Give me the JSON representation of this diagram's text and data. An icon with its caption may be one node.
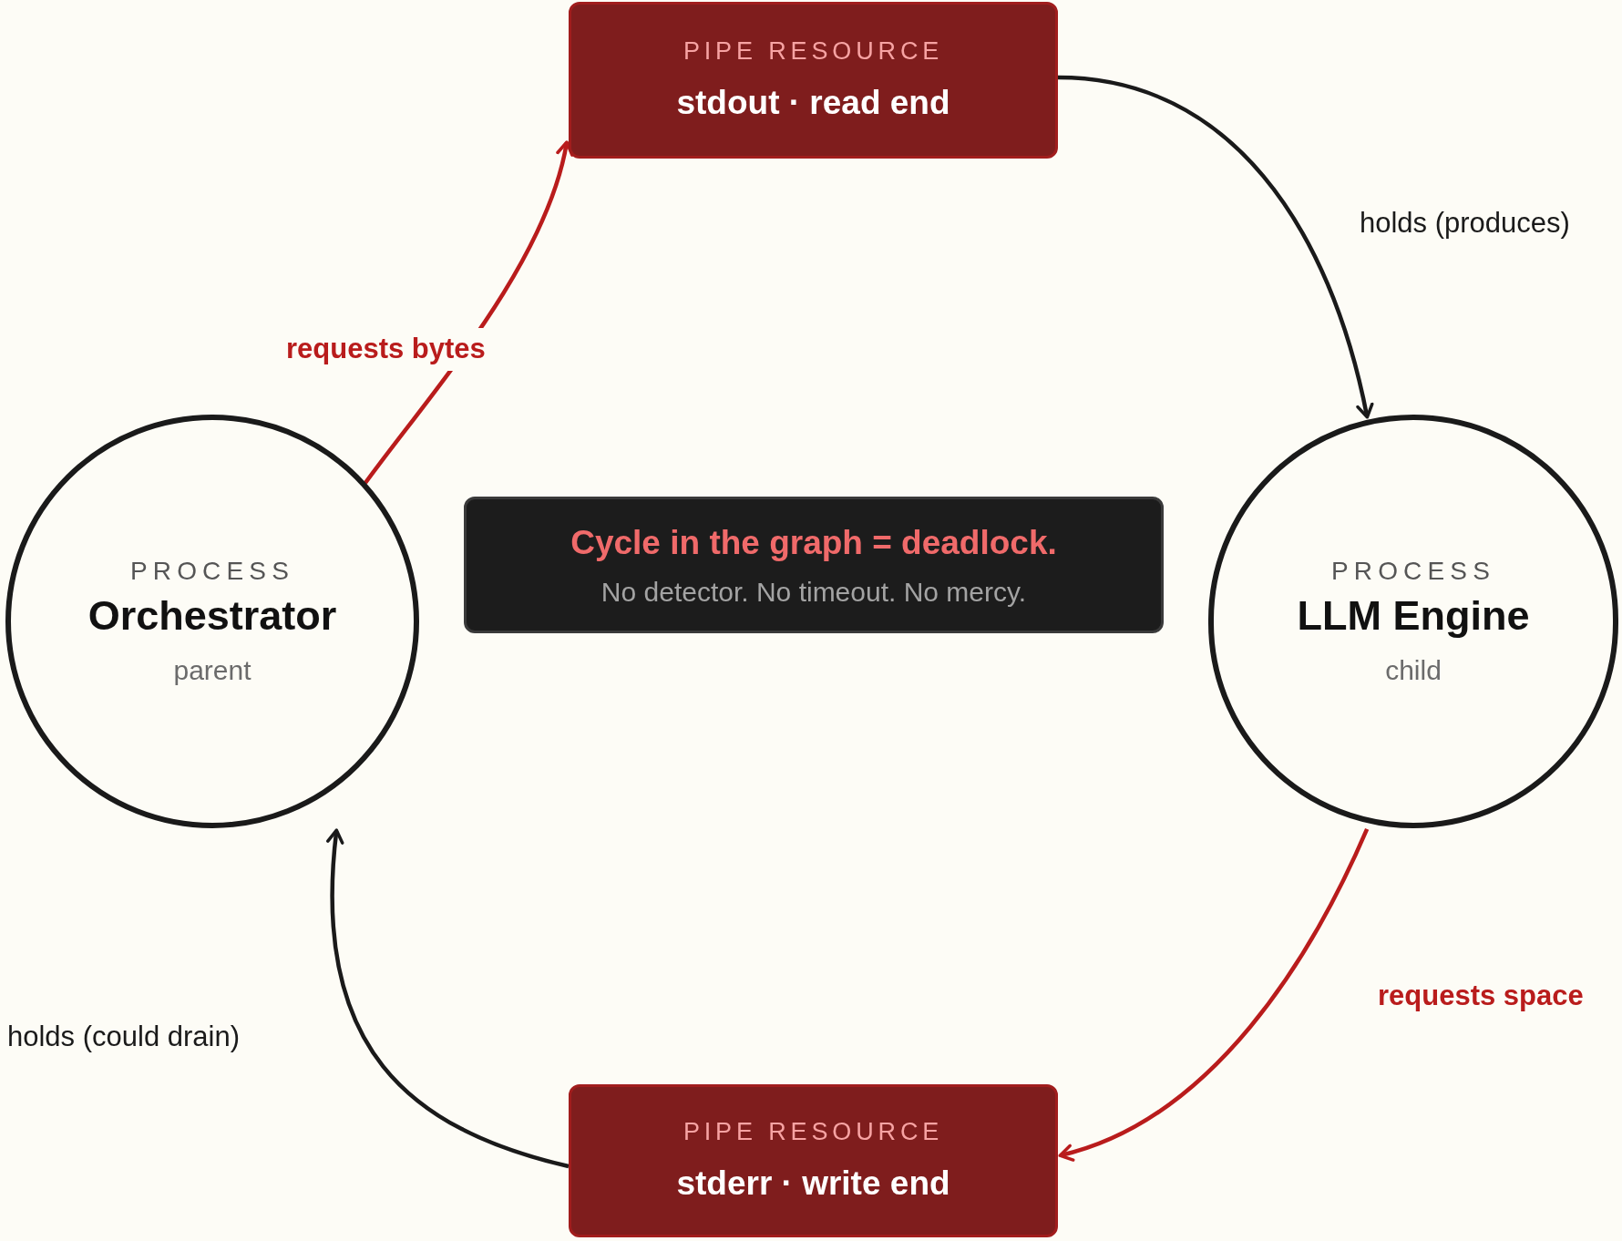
{
  "diagram": {
    "nodes": [
      {
        "text": [
          "PIPE RESOURCE",
          "stdout · read end"
        ]
      },
      {
        "text": [
          "PROCESS",
          "Orchestrator",
          "parent"
        ]
      },
      {
        "text": [
          "Cycle in the graph = deadlock.",
          "No detector. No timeout. No mercy."
        ]
      },
      {
        "text": [
          "PROCESS",
          "LLM Engine",
          "child"
        ]
      },
      {
        "text": [
          "PIPE RESOURCE",
          "stderr · write end"
        ]
      }
    ],
    "edges": [
      {
        "from": 1,
        "to": 0,
        "arrow": "to",
        "label": "requests bytes",
        "color": "#b91c1c"
      },
      {
        "from": 0,
        "to": 3,
        "arrow": "to",
        "label": "holds (produces)",
        "color": "#1a1a1a"
      },
      {
        "from": 3,
        "to": 4,
        "arrow": "to",
        "label": "requests space",
        "color": "#b91c1c"
      },
      {
        "from": 4,
        "to": 1,
        "arrow": "to",
        "label": "holds (could drain)",
        "color": "#1a1a1a"
      }
    ]
  }
}
